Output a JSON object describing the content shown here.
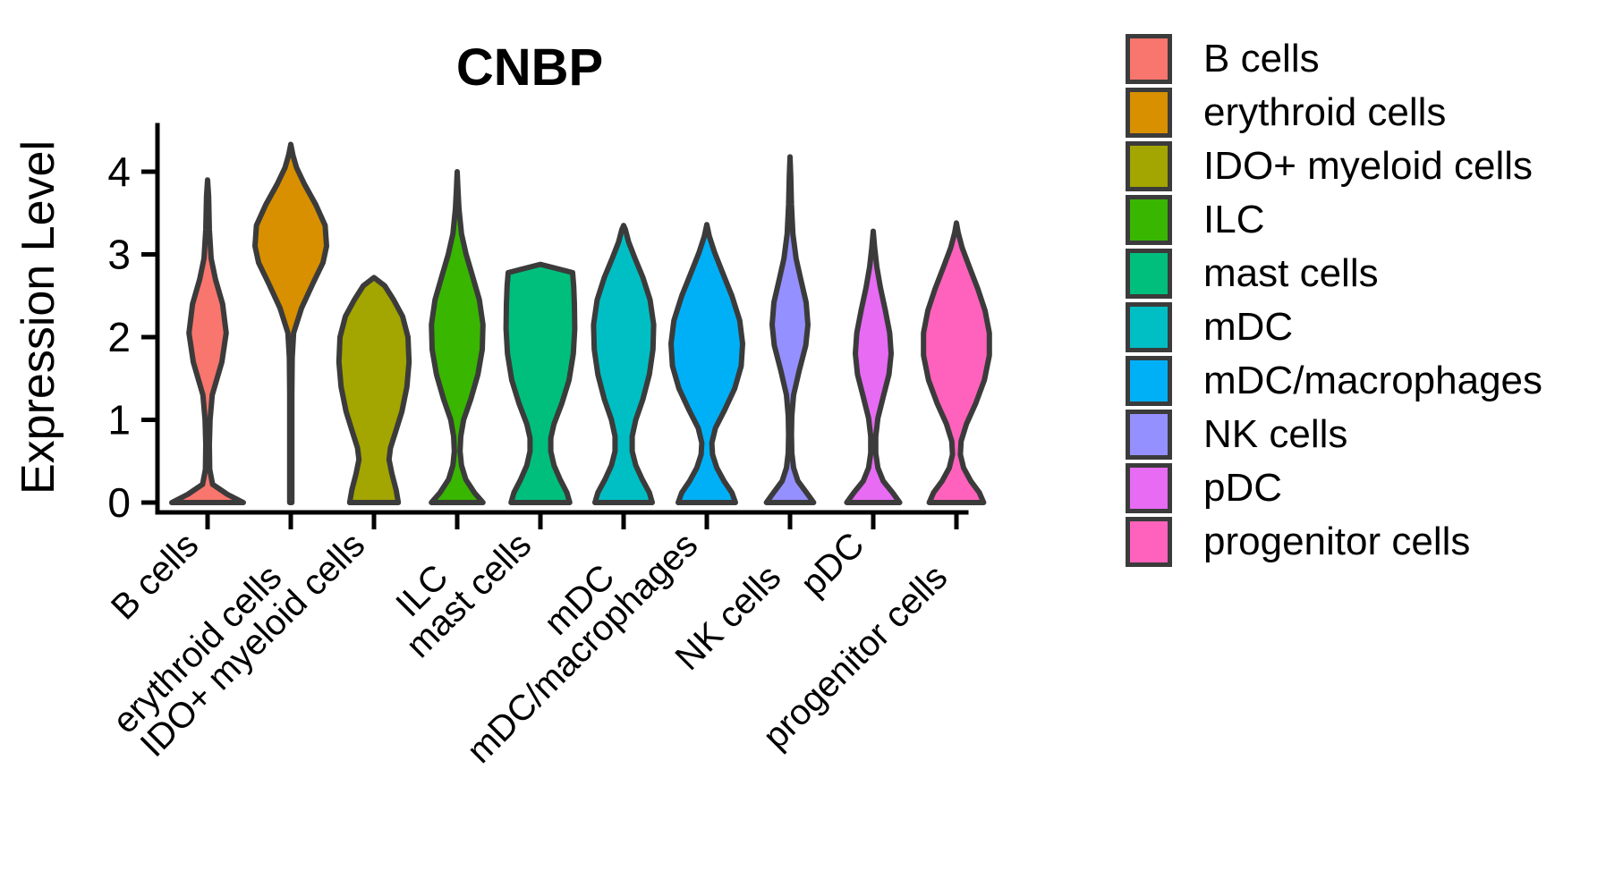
{
  "chart_data": {
    "type": "violin",
    "title": "CNBP",
    "xlabel": "",
    "ylabel": "Expression Level",
    "ylim": [
      0,
      4.6
    ],
    "yticks": [
      0,
      1,
      2,
      3,
      4
    ],
    "ytick_labels": [
      "0",
      "1",
      "2",
      "3",
      "4"
    ],
    "grid": false,
    "legend_position": "right",
    "categories": [
      "B cells",
      "erythroid cells",
      "IDO+ myeloid cells",
      "ILC",
      "mast cells",
      "mDC",
      "mDC/macrophages",
      "NK cells",
      "pDC",
      "progenitor cells"
    ],
    "colors": [
      "#F8766D",
      "#D89000",
      "#A3A500",
      "#39B600",
      "#00BF7D",
      "#00BFC4",
      "#00B0F6",
      "#9590FF",
      "#E76BF3",
      "#FF62BC"
    ],
    "series": [
      {
        "name": "B cells",
        "color": "#F8766D",
        "max": 3.9,
        "profile": [
          [
            0.0,
            1.0
          ],
          [
            0.1,
            0.55
          ],
          [
            0.22,
            0.14
          ],
          [
            0.4,
            0.06
          ],
          [
            0.7,
            0.05
          ],
          [
            1.0,
            0.07
          ],
          [
            1.3,
            0.13
          ],
          [
            1.7,
            0.4
          ],
          [
            2.05,
            0.52
          ],
          [
            2.4,
            0.42
          ],
          [
            2.7,
            0.22
          ],
          [
            2.95,
            0.1
          ],
          [
            3.3,
            0.05
          ],
          [
            3.7,
            0.03
          ],
          [
            3.9,
            0.0
          ]
        ]
      },
      {
        "name": "erythroid cells",
        "color": "#D89000",
        "max": 4.33,
        "profile": [
          [
            0.0,
            0.03
          ],
          [
            0.3,
            0.03
          ],
          [
            0.8,
            0.03
          ],
          [
            1.3,
            0.03
          ],
          [
            1.75,
            0.04
          ],
          [
            2.05,
            0.08
          ],
          [
            2.35,
            0.3
          ],
          [
            2.65,
            0.62
          ],
          [
            2.9,
            0.9
          ],
          [
            3.1,
            1.0
          ],
          [
            3.35,
            0.96
          ],
          [
            3.6,
            0.7
          ],
          [
            3.85,
            0.38
          ],
          [
            4.05,
            0.16
          ],
          [
            4.2,
            0.06
          ],
          [
            4.33,
            0.0
          ]
        ]
      },
      {
        "name": "IDO+ myeloid cells",
        "color": "#A3A500",
        "max": 2.72,
        "profile": [
          [
            0.0,
            0.68
          ],
          [
            0.15,
            0.62
          ],
          [
            0.35,
            0.5
          ],
          [
            0.52,
            0.42
          ],
          [
            0.66,
            0.46
          ],
          [
            0.85,
            0.6
          ],
          [
            1.1,
            0.78
          ],
          [
            1.4,
            0.92
          ],
          [
            1.7,
            0.98
          ],
          [
            2.0,
            0.95
          ],
          [
            2.25,
            0.8
          ],
          [
            2.45,
            0.55
          ],
          [
            2.62,
            0.3
          ],
          [
            2.72,
            0.0
          ]
        ]
      },
      {
        "name": "ILC",
        "color": "#39B600",
        "max": 4.0,
        "profile": [
          [
            0.0,
            0.72
          ],
          [
            0.12,
            0.48
          ],
          [
            0.28,
            0.24
          ],
          [
            0.45,
            0.12
          ],
          [
            0.62,
            0.08
          ],
          [
            0.8,
            0.1
          ],
          [
            1.0,
            0.18
          ],
          [
            1.25,
            0.38
          ],
          [
            1.55,
            0.58
          ],
          [
            1.85,
            0.7
          ],
          [
            2.15,
            0.72
          ],
          [
            2.45,
            0.62
          ],
          [
            2.75,
            0.42
          ],
          [
            3.0,
            0.25
          ],
          [
            3.25,
            0.12
          ],
          [
            3.55,
            0.05
          ],
          [
            3.8,
            0.02
          ],
          [
            4.0,
            0.0
          ]
        ]
      },
      {
        "name": "mast cells",
        "color": "#00BF7D",
        "max": 2.88,
        "profile": [
          [
            0.0,
            0.82
          ],
          [
            0.12,
            0.74
          ],
          [
            0.28,
            0.55
          ],
          [
            0.45,
            0.38
          ],
          [
            0.62,
            0.29
          ],
          [
            0.78,
            0.29
          ],
          [
            0.95,
            0.38
          ],
          [
            1.2,
            0.6
          ],
          [
            1.48,
            0.8
          ],
          [
            1.8,
            0.92
          ],
          [
            2.1,
            0.96
          ],
          [
            2.4,
            0.95
          ],
          [
            2.62,
            0.93
          ],
          [
            2.78,
            0.9
          ],
          [
            2.88,
            0.0
          ]
        ]
      },
      {
        "name": "mDC",
        "color": "#00BFC4",
        "max": 3.35,
        "profile": [
          [
            0.0,
            0.8
          ],
          [
            0.12,
            0.72
          ],
          [
            0.28,
            0.52
          ],
          [
            0.45,
            0.34
          ],
          [
            0.62,
            0.24
          ],
          [
            0.8,
            0.24
          ],
          [
            1.0,
            0.34
          ],
          [
            1.25,
            0.54
          ],
          [
            1.55,
            0.72
          ],
          [
            1.85,
            0.82
          ],
          [
            2.15,
            0.84
          ],
          [
            2.45,
            0.74
          ],
          [
            2.72,
            0.54
          ],
          [
            2.95,
            0.32
          ],
          [
            3.15,
            0.14
          ],
          [
            3.3,
            0.05
          ],
          [
            3.35,
            0.0
          ]
        ]
      },
      {
        "name": "mDC/macrophages",
        "color": "#00B0F6",
        "max": 3.36,
        "profile": [
          [
            0.0,
            0.8
          ],
          [
            0.12,
            0.7
          ],
          [
            0.26,
            0.48
          ],
          [
            0.42,
            0.28
          ],
          [
            0.58,
            0.16
          ],
          [
            0.72,
            0.14
          ],
          [
            0.9,
            0.24
          ],
          [
            1.12,
            0.5
          ],
          [
            1.38,
            0.78
          ],
          [
            1.65,
            0.96
          ],
          [
            1.92,
            1.0
          ],
          [
            2.2,
            0.92
          ],
          [
            2.5,
            0.7
          ],
          [
            2.78,
            0.44
          ],
          [
            3.02,
            0.22
          ],
          [
            3.22,
            0.07
          ],
          [
            3.36,
            0.0
          ]
        ]
      },
      {
        "name": "NK cells",
        "color": "#9590FF",
        "max": 4.18,
        "profile": [
          [
            0.0,
            0.66
          ],
          [
            0.12,
            0.46
          ],
          [
            0.26,
            0.22
          ],
          [
            0.42,
            0.1
          ],
          [
            0.6,
            0.05
          ],
          [
            0.82,
            0.04
          ],
          [
            1.05,
            0.05
          ],
          [
            1.3,
            0.1
          ],
          [
            1.6,
            0.26
          ],
          [
            1.9,
            0.44
          ],
          [
            2.15,
            0.5
          ],
          [
            2.42,
            0.45
          ],
          [
            2.7,
            0.3
          ],
          [
            2.95,
            0.17
          ],
          [
            3.25,
            0.08
          ],
          [
            3.6,
            0.04
          ],
          [
            3.95,
            0.02
          ],
          [
            4.18,
            0.0
          ]
        ]
      },
      {
        "name": "pDC",
        "color": "#E76BF3",
        "max": 3.28,
        "profile": [
          [
            0.0,
            0.74
          ],
          [
            0.12,
            0.54
          ],
          [
            0.26,
            0.28
          ],
          [
            0.42,
            0.13
          ],
          [
            0.6,
            0.07
          ],
          [
            0.8,
            0.07
          ],
          [
            1.02,
            0.13
          ],
          [
            1.28,
            0.28
          ],
          [
            1.55,
            0.44
          ],
          [
            1.8,
            0.5
          ],
          [
            2.05,
            0.46
          ],
          [
            2.32,
            0.34
          ],
          [
            2.6,
            0.2
          ],
          [
            2.85,
            0.1
          ],
          [
            3.08,
            0.04
          ],
          [
            3.28,
            0.0
          ]
        ]
      },
      {
        "name": "progenitor cells",
        "color": "#FF62BC",
        "max": 3.38,
        "profile": [
          [
            0.0,
            0.76
          ],
          [
            0.12,
            0.64
          ],
          [
            0.26,
            0.4
          ],
          [
            0.42,
            0.2
          ],
          [
            0.58,
            0.11
          ],
          [
            0.74,
            0.13
          ],
          [
            0.95,
            0.28
          ],
          [
            1.2,
            0.54
          ],
          [
            1.48,
            0.78
          ],
          [
            1.78,
            0.92
          ],
          [
            2.05,
            0.92
          ],
          [
            2.32,
            0.8
          ],
          [
            2.58,
            0.6
          ],
          [
            2.85,
            0.36
          ],
          [
            3.08,
            0.16
          ],
          [
            3.26,
            0.05
          ],
          [
            3.38,
            0.0
          ]
        ]
      }
    ]
  },
  "legend": {
    "items": [
      {
        "label": "B cells",
        "color": "#F8766D"
      },
      {
        "label": "erythroid cells",
        "color": "#D89000"
      },
      {
        "label": "IDO+ myeloid cells",
        "color": "#A3A500"
      },
      {
        "label": "ILC",
        "color": "#39B600"
      },
      {
        "label": "mast cells",
        "color": "#00BF7D"
      },
      {
        "label": "mDC",
        "color": "#00BFC4"
      },
      {
        "label": "mDC/macrophages",
        "color": "#00B0F6"
      },
      {
        "label": "NK cells",
        "color": "#9590FF"
      },
      {
        "label": "pDC",
        "color": "#E76BF3"
      },
      {
        "label": "progenitor cells",
        "color": "#FF62BC"
      }
    ]
  },
  "style": {
    "outline_color": "#3b3b3b",
    "axis_color": "#000000",
    "background": "#ffffff"
  }
}
